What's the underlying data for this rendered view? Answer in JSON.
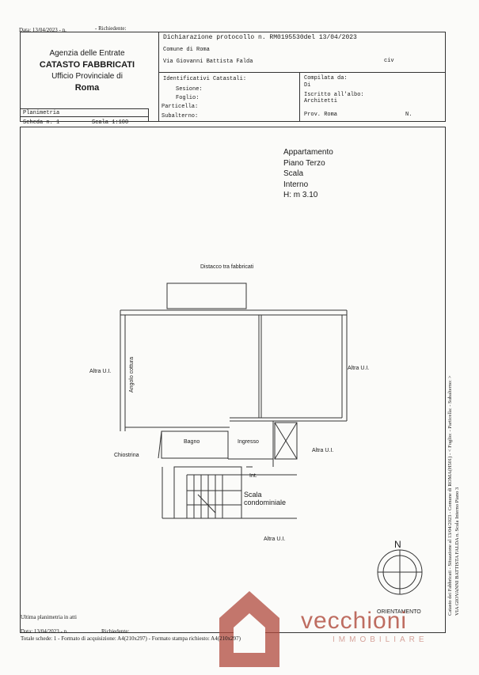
{
  "top_meta": {
    "date": "Data: 13/04/2023 - n.",
    "requester": "- Richiedente:"
  },
  "agency": {
    "line1": "Agenzia delle Entrate",
    "line2": "CATASTO FABBRICATI",
    "line3": "Ufficio Provinciale di",
    "line4": "Roma"
  },
  "declaration": {
    "protocol": "Dichiarazione protocollo n. RM0195530del 13/04/2023",
    "comune": "Comune di Roma",
    "via": "Via Giovanni Battista Falda",
    "civ": "civ"
  },
  "identificativi": {
    "title": "Identificativi Catastali:",
    "sezione": "Sesione:",
    "foglio": "Foglio:",
    "particella": "Particella:",
    "subalterno": "Subalterno:"
  },
  "compilata": {
    "label": "Compilata da:",
    "di": "Di",
    "iscritto": "Iscritto all'albo:",
    "architetti": "Architetti",
    "prov": "Prov. Roma",
    "n": "N."
  },
  "planimetria": {
    "label": "Planimetria",
    "scheda": "Scheda n. 1",
    "scala": "Scala 1:100"
  },
  "unit_info": [
    "Appartamento",
    "Piano Terzo",
    "Scala",
    "Interno",
    "H: m 3.10"
  ],
  "plan_labels": {
    "distacco": "Distacco tra fabbricati",
    "altra_left": "Altra U.I.",
    "altra_right": "Altra U.I.",
    "angolo": "Angolo cottura",
    "bagno": "Bagno",
    "ingresso": "Ingresso",
    "chiostrina": "Chiostrina",
    "altra_mid": "Altra U.I.",
    "int": "Int.",
    "scala": "Scala",
    "condominiale": "condominiale",
    "altra_bottom": "Altra U.I."
  },
  "north": {
    "letter": "N",
    "label": "ORIENTAMENTO"
  },
  "side_note": [
    "Catasto dei Fabbricati - Situazione al 13/04/2023 - Comune di ROMA(H501) - < Foglio: - Particella: - Subalterno: >",
    "VIA GIOVANNI BATTISTA FALDA n. Scala Interno Piano 3"
  ],
  "footer": {
    "ultima": "Ultima planimetria in atti",
    "date": "Data: 13/04/2023 - n.",
    "richiedente": "Richiedente:",
    "totale": "Totale schede: 1 - Formato di acquisizione: A4(210x297) - Formato stampa richiesto: A4(210x297)"
  },
  "watermark": {
    "brand": "vecchioni",
    "sub": "IMMOBILIARE",
    "color": "#b04a3c"
  }
}
